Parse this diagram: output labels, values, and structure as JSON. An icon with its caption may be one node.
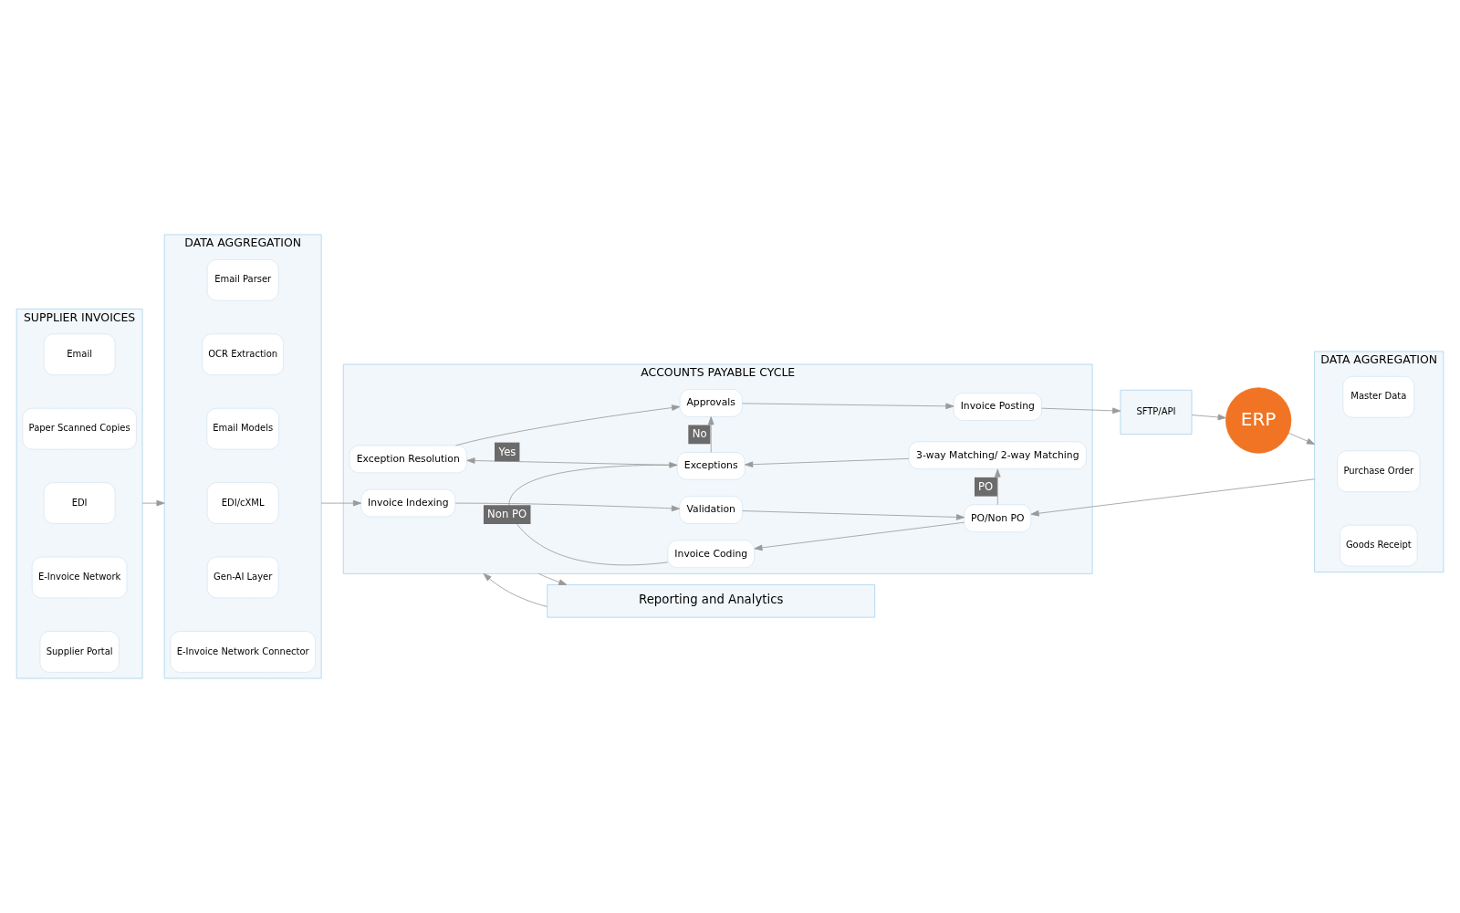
{
  "diagram": {
    "nodes": [
      {
        "text": [
          "SUPPLIER INVOICES"
        ]
      },
      {
        "text": [
          "Email"
        ],
        "in": 0
      },
      {
        "text": [
          "Paper Scanned Copies"
        ],
        "in": 0
      },
      {
        "text": [
          "EDI"
        ],
        "in": 0
      },
      {
        "text": [
          "E-Invoice Network"
        ],
        "in": 0
      },
      {
        "text": [
          "Supplier Portal"
        ],
        "in": 0
      },
      {
        "text": [
          "DATA AGGREGATION"
        ]
      },
      {
        "text": [
          "Email Parser"
        ],
        "in": 6
      },
      {
        "text": [
          "OCR Extraction"
        ],
        "in": 6
      },
      {
        "text": [
          "Email Models"
        ],
        "in": 6
      },
      {
        "text": [
          "EDI/cXML"
        ],
        "in": 6
      },
      {
        "text": [
          "Gen-AI Layer"
        ],
        "in": 6
      },
      {
        "text": [
          "E-Invoice Network Connector"
        ],
        "in": 6
      },
      {
        "text": [
          "ACCOUNTS PAYABLE CYCLE"
        ]
      },
      {
        "text": [
          "Invoice Indexing"
        ],
        "in": 13
      },
      {
        "text": [
          "Validation"
        ],
        "in": 13
      },
      {
        "text": [
          "PO/Non PO"
        ],
        "in": 13
      },
      {
        "text": [
          "Invoice Coding"
        ],
        "in": 13
      },
      {
        "text": [
          "Exception Resolution"
        ],
        "in": 13
      },
      {
        "text": [
          "Exceptions"
        ],
        "in": 13
      },
      {
        "text": [
          "3-way Matching/ 2-way Matching"
        ],
        "in": 13
      },
      {
        "text": [
          "Approvals"
        ],
        "in": 13
      },
      {
        "text": [
          "Invoice Posting"
        ],
        "in": 13
      },
      {
        "text": [
          "DATA AGGREGATION"
        ]
      },
      {
        "text": [
          "Master Data"
        ],
        "in": 23
      },
      {
        "text": [
          "Purchase Order"
        ],
        "in": 23
      },
      {
        "text": [
          "Goods Receipt"
        ],
        "in": 23
      },
      {
        "text": [
          "SFTP/API"
        ]
      },
      {
        "text": [
          "ERP"
        ]
      },
      {
        "text": [
          "Reporting and Analytics"
        ]
      }
    ],
    "edges": [
      {
        "from": 0,
        "to": 6,
        "arrow": "to"
      },
      {
        "from": 6,
        "to": 14,
        "arrow": "to"
      },
      {
        "from": 14,
        "to": 15,
        "arrow": "to"
      },
      {
        "from": 15,
        "to": 16,
        "arrow": "to"
      },
      {
        "from": 23,
        "to": 16,
        "arrow": "to"
      },
      {
        "from": 16,
        "to": 17,
        "arrow": "to"
      },
      {
        "from": 16,
        "to": 20,
        "arrow": "to",
        "label": "PO"
      },
      {
        "from": 17,
        "to": 19,
        "arrow": "to",
        "label": "Non PO"
      },
      {
        "from": 20,
        "to": 19,
        "arrow": "to"
      },
      {
        "from": 19,
        "to": 18,
        "arrow": "to",
        "label": "Yes"
      },
      {
        "from": 19,
        "to": 21,
        "arrow": "to",
        "label": "No"
      },
      {
        "from": 18,
        "to": 21,
        "arrow": "to"
      },
      {
        "from": 21,
        "to": 22,
        "arrow": "to"
      },
      {
        "from": 22,
        "to": 27,
        "arrow": "to"
      },
      {
        "from": 27,
        "to": 28,
        "arrow": "to"
      },
      {
        "from": 28,
        "to": 23,
        "arrow": "to"
      },
      {
        "from": 13,
        "to": 29,
        "arrow": "to"
      },
      {
        "from": 29,
        "to": 13,
        "arrow": "to"
      }
    ]
  }
}
